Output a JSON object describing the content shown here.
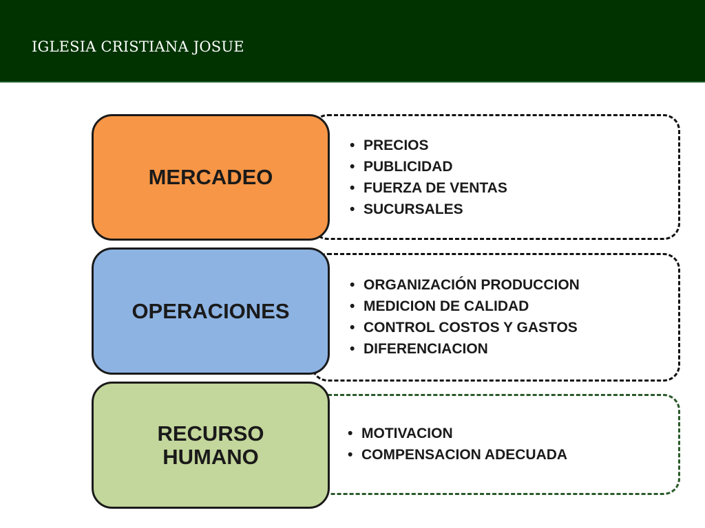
{
  "header": {
    "title": "IGLESIA CRISTIANA JOSUE",
    "background_color": "#003300"
  },
  "areas": [
    {
      "label": "MERCADEO",
      "color": "#F79646",
      "items": [
        "PRECIOS",
        "PUBLICIDAD",
        "FUERZA DE VENTAS",
        "SUCURSALES"
      ]
    },
    {
      "label": "OPERACIONES",
      "color": "#8DB3E2",
      "items": [
        "ORGANIZACIÓN PRODUCCION",
        "MEDICION DE CALIDAD",
        "CONTROL COSTOS Y GASTOS",
        "DIFERENCIACION"
      ]
    },
    {
      "label": "RECURSO HUMANO",
      "label_lines": [
        "RECURSO",
        "HUMANO"
      ],
      "color": "#C3D69B",
      "items": [
        "MOTIVACION",
        "COMPENSACION ADECUADA"
      ]
    }
  ]
}
